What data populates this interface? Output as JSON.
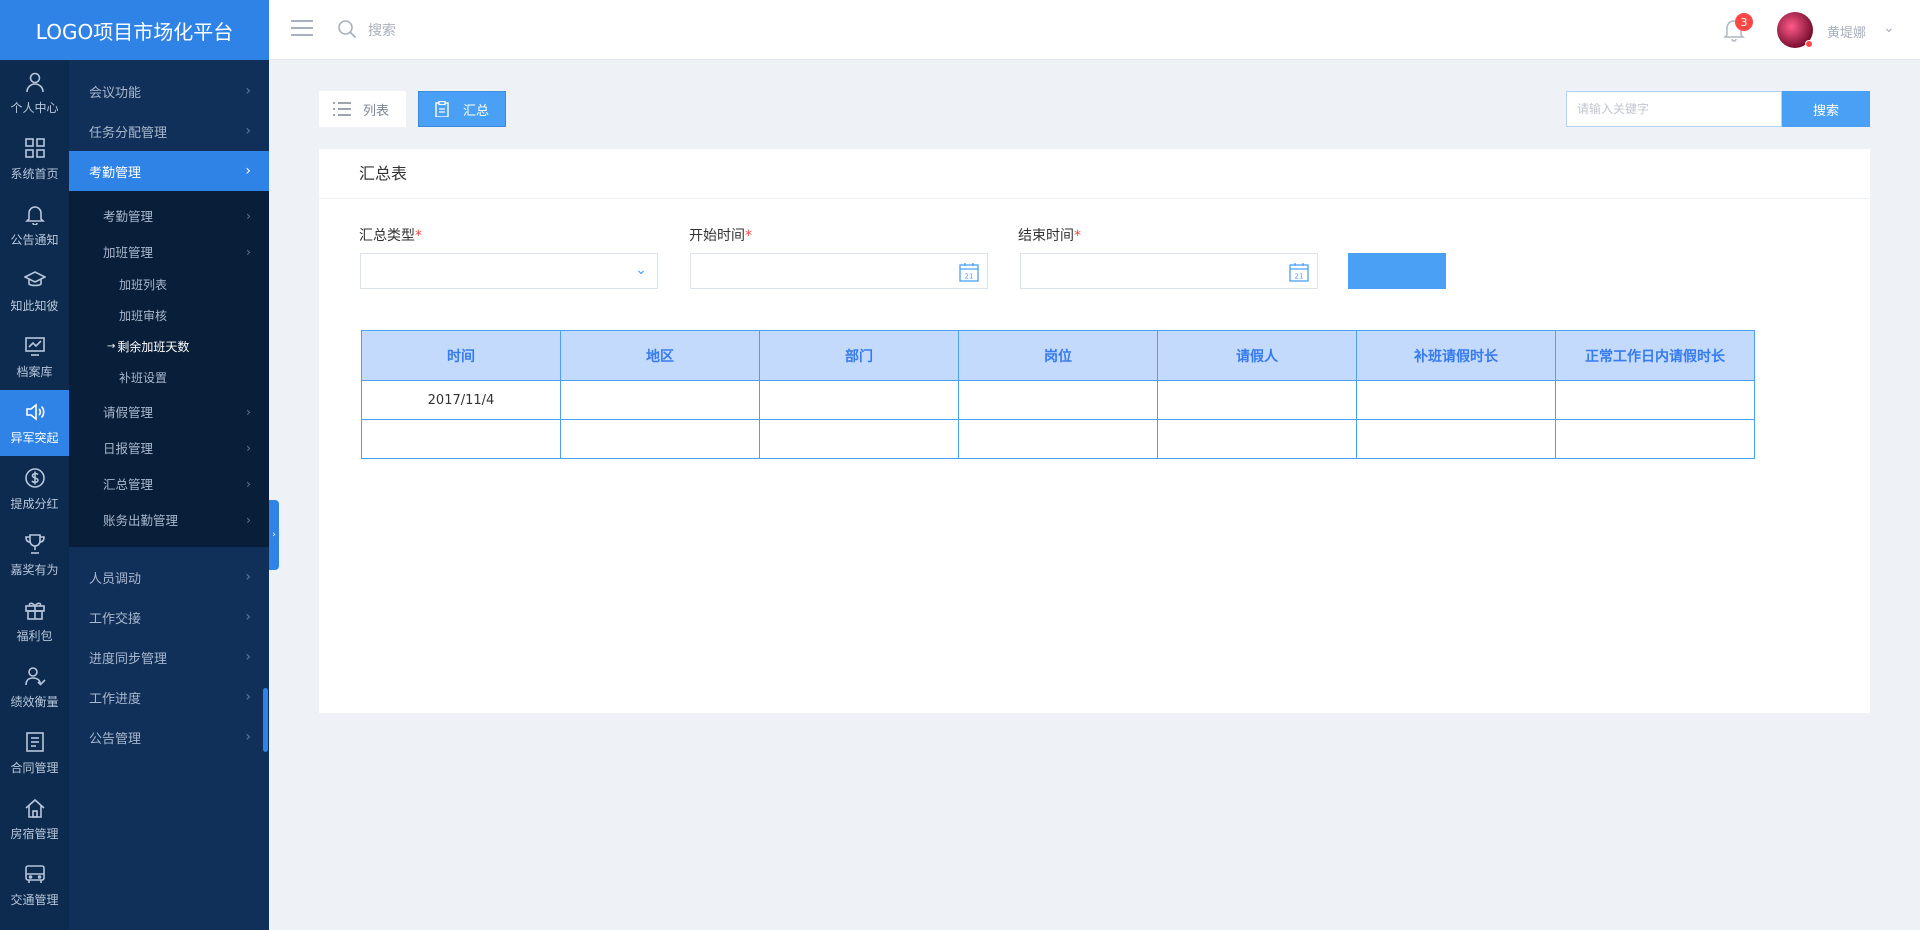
{
  "app": {
    "title": "LOGO项目市场化平台"
  },
  "header": {
    "search_placeholder": "搜索",
    "notification_count": "3",
    "username": "黄堤娜"
  },
  "rail": [
    {
      "label": "个人中心",
      "icon": "user-icon"
    },
    {
      "label": "系统首页",
      "icon": "grid-icon"
    },
    {
      "label": "公告通知",
      "icon": "bell-icon"
    },
    {
      "label": "知此知彼",
      "icon": "graduation-cap-icon"
    },
    {
      "label": "档案库",
      "icon": "chart-monitor-icon"
    },
    {
      "label": "异军突起",
      "icon": "speaker-icon",
      "active": true
    },
    {
      "label": "提成分红",
      "icon": "dollar-icon"
    },
    {
      "label": "嘉奖有为",
      "icon": "trophy-icon"
    },
    {
      "label": "福利包",
      "icon": "gift-icon"
    },
    {
      "label": "绩效衡量",
      "icon": "user-check-icon"
    },
    {
      "label": "合同管理",
      "icon": "contract-icon"
    },
    {
      "label": "房宿管理",
      "icon": "home-icon"
    },
    {
      "label": "交通管理",
      "icon": "bus-icon"
    }
  ],
  "menu": {
    "top_items": [
      "会议功能",
      "任务分配管理"
    ],
    "active_item": "考勤管理",
    "sub_items": [
      "考勤管理",
      "加班管理"
    ],
    "sub3_items": [
      "加班列表",
      "加班审核",
      "剩余加班天数",
      "补班设置"
    ],
    "sub_items_after": [
      "请假管理",
      "日报管理",
      "汇总管理",
      "账务出勤管理"
    ],
    "bottom_items": [
      "人员调动",
      "工作交接",
      "进度同步管理",
      "工作进度",
      "公告管理"
    ]
  },
  "tabs": {
    "list": "列表",
    "summary": "汇总"
  },
  "keyword": {
    "placeholder": "请输入关键字",
    "button": "搜索"
  },
  "panel": {
    "title": "汇总表",
    "fields": {
      "type_label": "汇总类型",
      "start_label": "开始时间",
      "end_label": "结束时间",
      "required_mark": "*",
      "calendar_day": "21"
    },
    "query_button": ""
  },
  "table": {
    "headers": [
      "时间",
      "地区",
      "部门",
      "岗位",
      "请假人",
      "补班请假时长",
      "正常工作日内请假时长"
    ],
    "rows": [
      [
        "2017/11/4",
        "",
        "",
        "",
        "",
        "",
        ""
      ],
      [
        "",
        "",
        "",
        "",
        "",
        "",
        ""
      ]
    ]
  },
  "colors": {
    "primary": "#2f83e6",
    "rail": "#0d2b4e",
    "menu": "#10305a",
    "submenu": "#091f39",
    "table_header": "#c3dafd",
    "table_header_text": "#367bf0",
    "required": "#ff4746"
  }
}
